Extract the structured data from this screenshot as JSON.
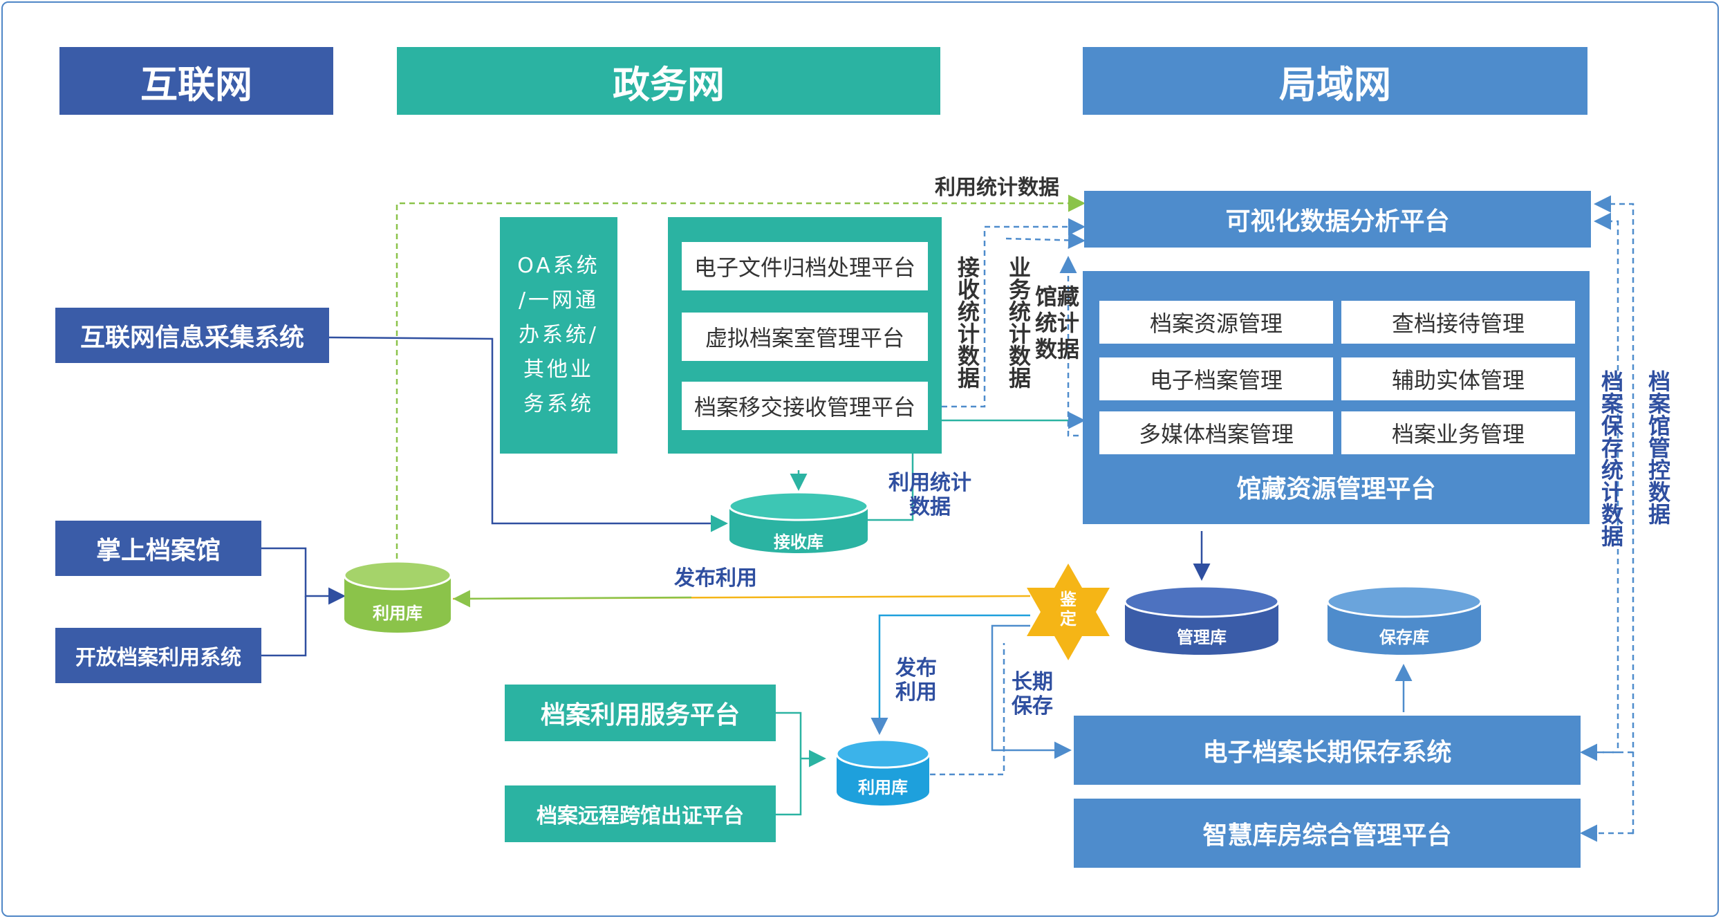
{
  "headers": {
    "internet": "互联网",
    "gov_network": "政务网",
    "lan": "局域网"
  },
  "internet": {
    "info_collect": "互联网信息采集系统",
    "mobile_archive": "掌上档案馆",
    "open_archive": "开放档案利用系统",
    "use_db": "利用库"
  },
  "gov": {
    "oa_system_lines": [
      "OA系统",
      "/一网通",
      "办系统/",
      "其他业",
      "务系统"
    ],
    "platforms": [
      "电子文件归档处理平台",
      "虚拟档案室管理平台",
      "档案移交接收管理平台"
    ],
    "receive_db": "接收库",
    "use_service": "档案利用服务平台",
    "remote_cert": "档案远程跨馆出证平台",
    "use_db2": "利用库"
  },
  "lan": {
    "visual_platform": "可视化数据分析平台",
    "modules": [
      "档案资源管理",
      "查档接待管理",
      "电子档案管理",
      "辅助实体管理",
      "多媒体档案管理",
      "档案业务管理"
    ],
    "collection_platform": "馆藏资源管理平台",
    "manage_db": "管理库",
    "preserve_db": "保存库",
    "long_term_system": "电子档案长期保存系统",
    "smart_storage": "智慧库房综合管理平台"
  },
  "flow_labels": {
    "use_stats_top": "利用统计数据",
    "receive_stats": "接收统计数据",
    "business_stats": "业务统计数据",
    "collection_stats": "馆藏统计数据",
    "use_stats_mid_line1": "利用统计",
    "use_stats_mid_line2": "数据",
    "publish_use": "发布利用",
    "appraisal": "鉴定",
    "publish_use2_line1": "发布",
    "publish_use2_line2": "利用",
    "long_term_line1": "长期",
    "long_term_line2": "保存",
    "preserve_stats": "档案保存统计数据",
    "control_data": "档案馆管控数据"
  },
  "colors": {
    "internet_blue": "#3a5ca8",
    "gov_teal": "#2bb3a2",
    "lan_blue": "#4e8ccc",
    "green_db": "#8bc34a",
    "cyan_db": "#1ea0dc",
    "appraisal_star": "#f5b516"
  }
}
